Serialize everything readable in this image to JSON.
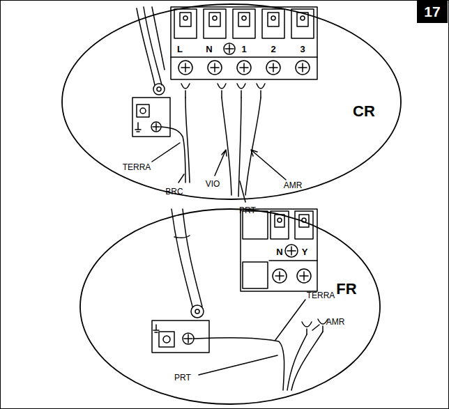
{
  "diagram": {
    "nodes": [
      {
        "text": [
          "17"
        ]
      }
    ],
    "labels": [
      "L",
      "N",
      "1",
      "2",
      "3",
      "CR",
      "TERRA",
      "BRC",
      "VIO",
      "PRT",
      "AMR",
      "N",
      "Y",
      "FR",
      "TERRA",
      "AMR",
      "PRT"
    ]
  }
}
